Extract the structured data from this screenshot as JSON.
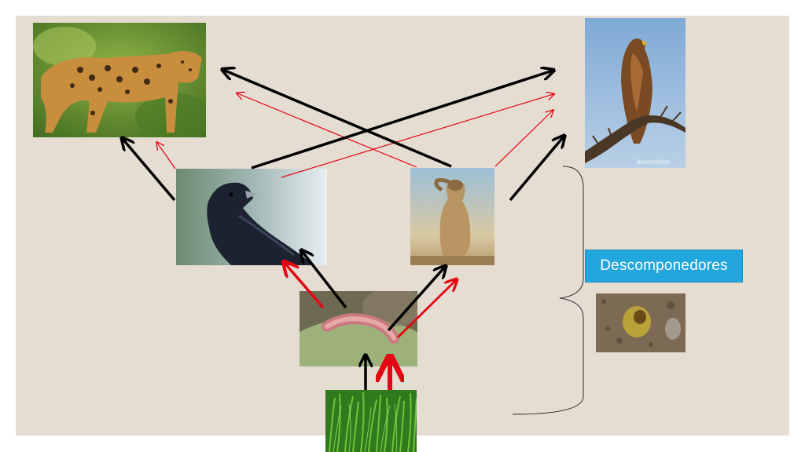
{
  "labels": {
    "decomposers": "Descomponedores",
    "eagle_watermark": "dreamstime"
  },
  "organisms": [
    {
      "id": "leopard",
      "name": "leopard-photo"
    },
    {
      "id": "eagle",
      "name": "eagle-photo"
    },
    {
      "id": "bird",
      "name": "bird-photo"
    },
    {
      "id": "meerkat",
      "name": "meerkat-photo"
    },
    {
      "id": "caterpillar",
      "name": "caterpillar-photo"
    },
    {
      "id": "grass",
      "name": "grass-photo"
    },
    {
      "id": "fruit",
      "name": "rotten-fruit-photo"
    }
  ],
  "colors": {
    "background": "#e6ddd2",
    "arrow_black": "#000000",
    "arrow_red": "#e30613",
    "label_box": "#22a6de"
  }
}
